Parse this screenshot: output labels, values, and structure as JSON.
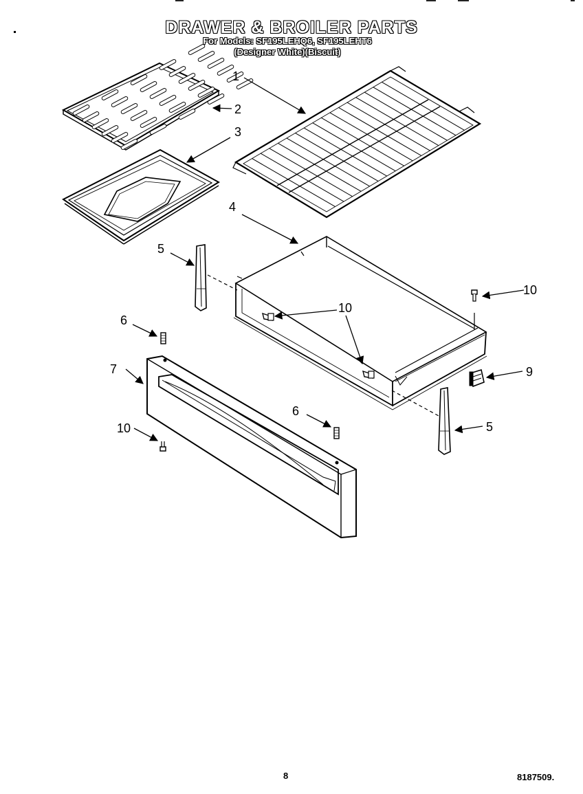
{
  "header": {
    "title": "DRAWER & BROILER PARTS",
    "models_line": "For Models: SF195LEHQ6, SF195LEHT6",
    "variant_line": "(Designer White)(Biscuit)"
  },
  "callouts": [
    "1",
    "2",
    "3",
    "4",
    "5",
    "10",
    "6",
    "10",
    "10",
    "7",
    "9",
    "6",
    "5",
    "10"
  ],
  "parts": [
    {
      "id": "1",
      "name": "oven-rack"
    },
    {
      "id": "2",
      "name": "broiler-grid"
    },
    {
      "id": "3",
      "name": "broiler-pan"
    },
    {
      "id": "4",
      "name": "drawer-body"
    },
    {
      "id": "5",
      "name": "drawer-slide"
    },
    {
      "id": "6",
      "name": "stud"
    },
    {
      "id": "7",
      "name": "drawer-front-panel"
    },
    {
      "id": "9",
      "name": "clip"
    },
    {
      "id": "10",
      "name": "screw"
    }
  ],
  "footer": {
    "page_number": "8",
    "document_number": "8187509."
  }
}
